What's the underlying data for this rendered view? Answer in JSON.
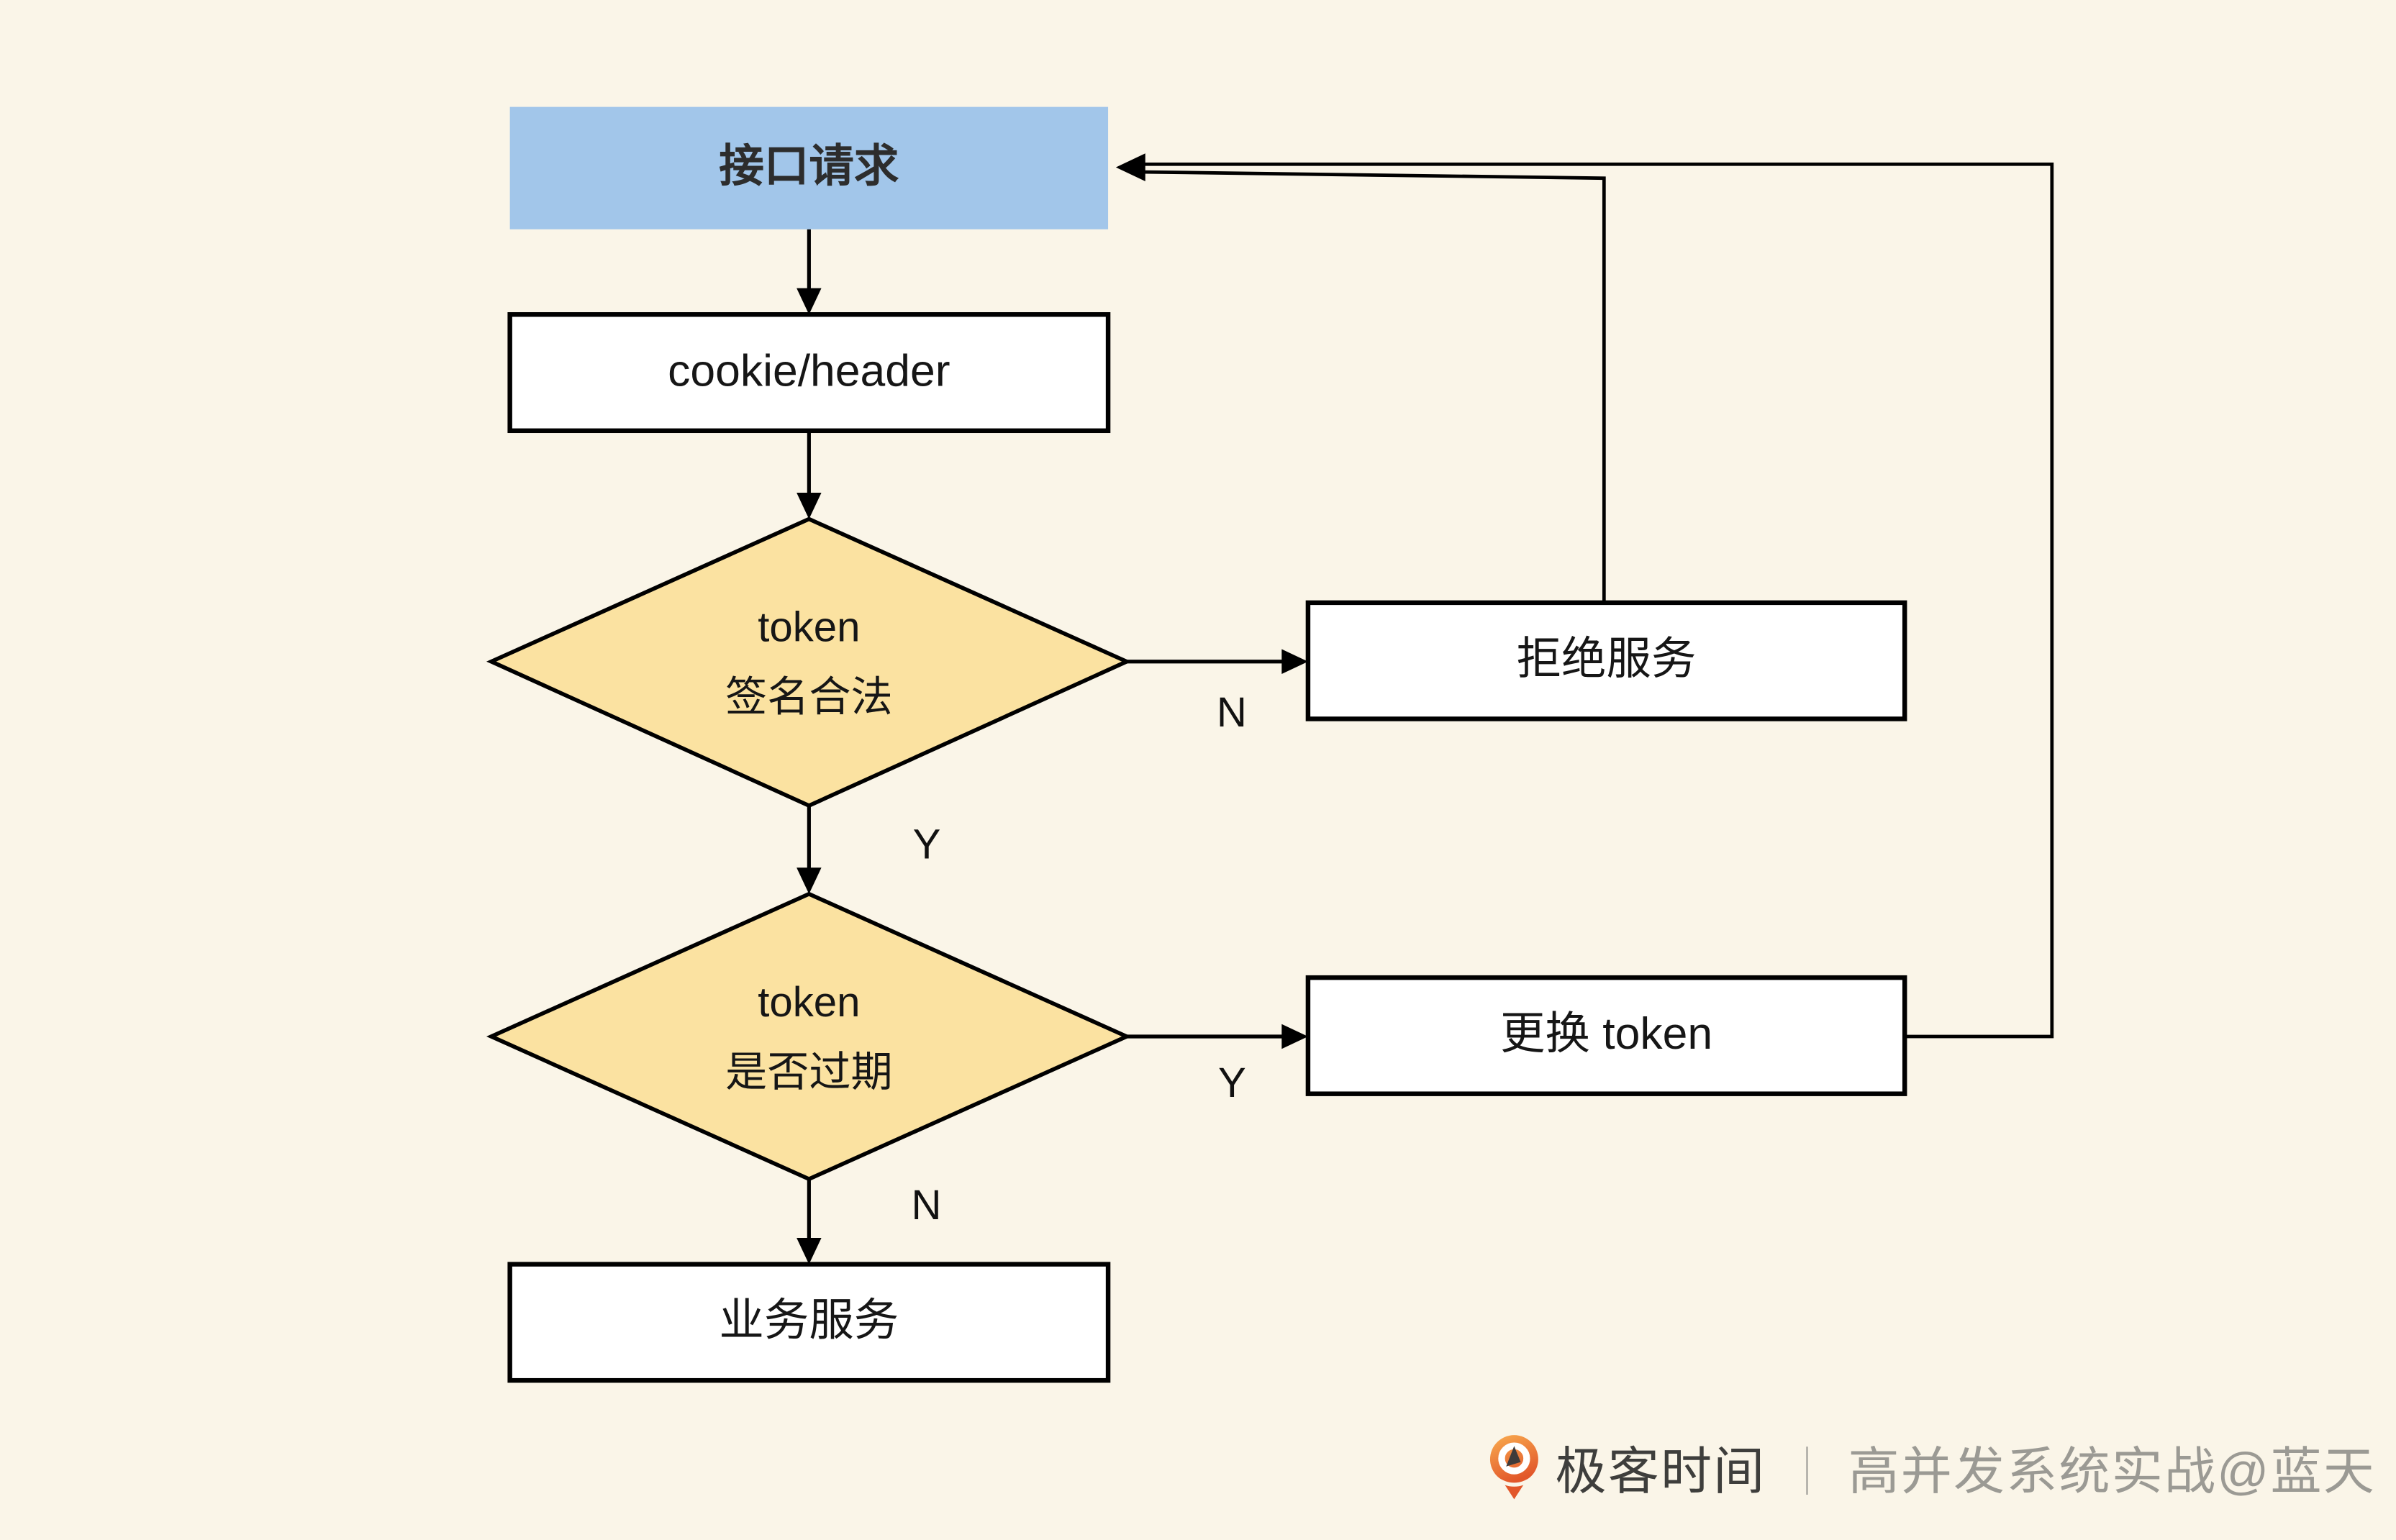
{
  "colors": {
    "background": "#faf5e8",
    "node_blue_fill": "#a2c6ea",
    "node_yellow_fill": "#fbe2a1",
    "node_white_fill": "#ffffff",
    "line_color": "#000000",
    "footer_brand_text": "#3e3e3c",
    "footer_credit_text": "#9b9a94",
    "logo_orange_light": "#f9ad50",
    "logo_orange_dark": "#e2572a"
  },
  "flowchart": {
    "nodes": {
      "api_request": {
        "label": "接口请求"
      },
      "cookie_header": {
        "label": "cookie/header"
      },
      "token_signature": {
        "line1": "token",
        "line2": "签名合法"
      },
      "reject_service": {
        "label": "拒绝服务"
      },
      "token_expired": {
        "line1": "token",
        "line2": "是否过期"
      },
      "replace_token": {
        "label": "更换 token"
      },
      "business_service": {
        "label": "业务服务"
      }
    },
    "edge_labels": {
      "signature_invalid": "N",
      "signature_valid": "Y",
      "expired_yes": "Y",
      "expired_no": "N"
    }
  },
  "footer": {
    "logo_icon": "geektime-logo",
    "brand": "极客时间",
    "separator": "｜",
    "credit": "高并发系统实战@蓝天"
  }
}
